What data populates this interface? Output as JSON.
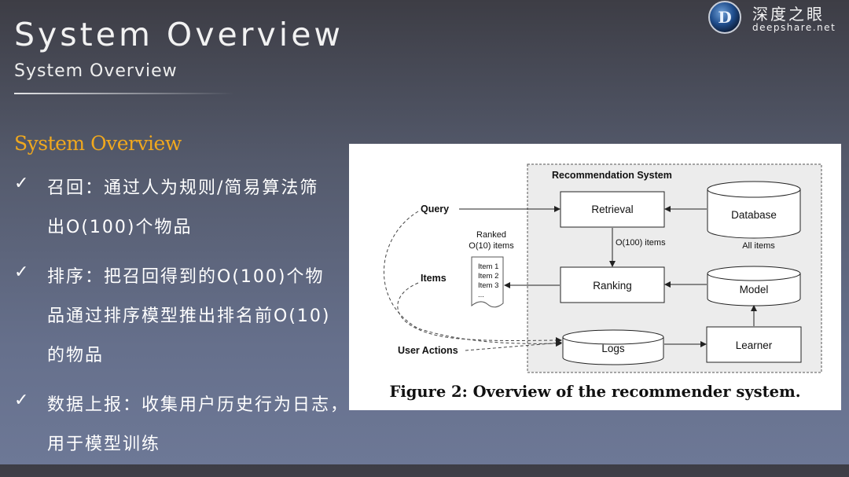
{
  "header": {
    "title": "System Overview",
    "subtitle": "System Overview"
  },
  "logo": {
    "mark": "D",
    "name_cn": "深度之眼",
    "site": "deepshare.net"
  },
  "section_title": "System Overview",
  "bullets": [
    {
      "icon": "check-icon",
      "lines": [
        "召回：通过人为规则/简易算法筛",
        "出O(100)个物品"
      ]
    },
    {
      "icon": "check-icon",
      "lines": [
        "排序：把召回得到的O(100)个物",
        "品通过排序模型推出排名前O(10)",
        "的物品"
      ]
    },
    {
      "icon": "check-icon",
      "lines": [
        "数据上报：收集用户历史行为日志，",
        "用于模型训练"
      ]
    }
  ],
  "diagram": {
    "system_label": "Recommendation System",
    "nodes": {
      "query": "Query",
      "items": "Items",
      "user_actions": "User Actions",
      "retrieval": "Retrieval",
      "ranking": "Ranking",
      "logs": "Logs",
      "database": "Database",
      "model": "Model",
      "learner": "Learner"
    },
    "labels": {
      "all_items": "All items",
      "o100": "O(100) items",
      "ranked_1": "Ranked",
      "ranked_2": "O(10) items"
    },
    "doc_items": [
      "Item 1",
      "Item 2",
      "Item 3",
      "..."
    ],
    "caption": "Figure 2: Overview of the recommender system."
  },
  "colors": {
    "accent": "#f0a81e",
    "background_top": "#3d3d45",
    "background_bottom": "#6d7896"
  }
}
